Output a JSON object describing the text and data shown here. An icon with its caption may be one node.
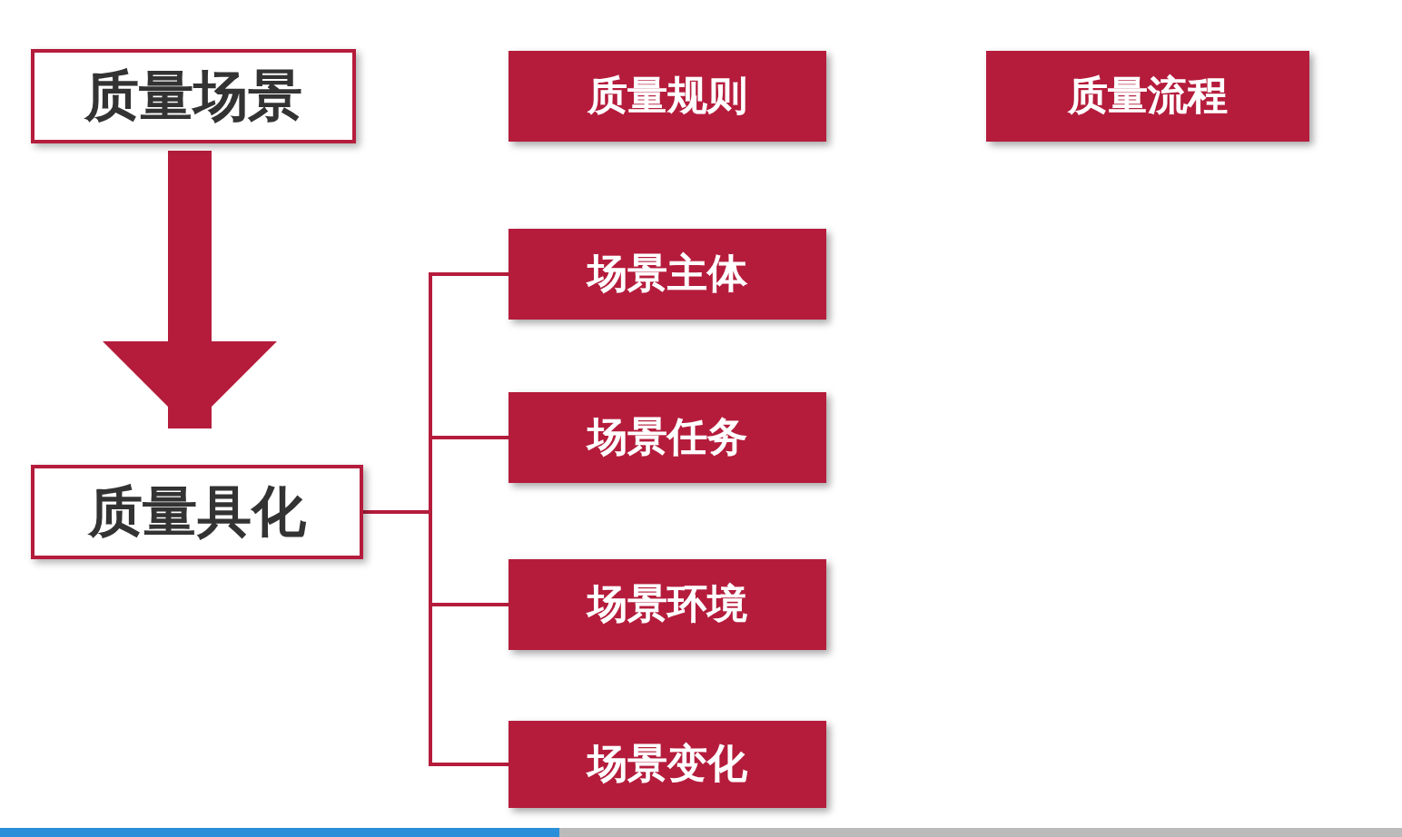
{
  "diagram": {
    "nodes": [
      {
        "text": [
          "质量场景"
        ]
      },
      {
        "text": [
          "质量规则"
        ]
      },
      {
        "text": [
          "质量流程"
        ]
      },
      {
        "text": [
          "质量具化"
        ]
      },
      {
        "text": [
          "场景主体"
        ]
      },
      {
        "text": [
          "场景任务"
        ]
      },
      {
        "text": [
          "场景环境"
        ]
      },
      {
        "text": [
          "场景变化"
        ]
      }
    ],
    "edges": [
      {
        "from": 0,
        "to": 3,
        "arrow": "to",
        "style": "thick"
      },
      {
        "from": 3,
        "to": 4,
        "arrow": "none"
      },
      {
        "from": 3,
        "to": 5,
        "arrow": "none"
      },
      {
        "from": 3,
        "to": 6,
        "arrow": "none"
      },
      {
        "from": 3,
        "to": 7,
        "arrow": "none"
      }
    ]
  }
}
